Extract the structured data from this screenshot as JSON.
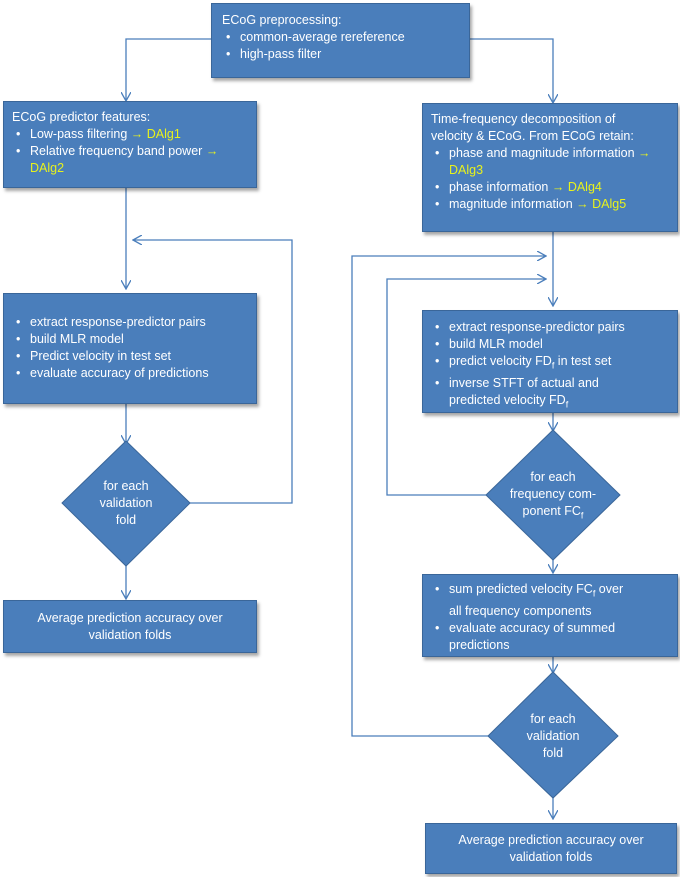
{
  "top_box": {
    "title": "ECoG preprocessing:",
    "items": [
      "common-average rereference",
      "high-pass filter"
    ]
  },
  "left_features": {
    "title": "ECoG predictor features:",
    "items": [
      {
        "text": "Low-pass filtering ",
        "tag": "→ DAlg1"
      },
      {
        "text": "Relative frequency band power ",
        "tag": "→ DAlg2"
      }
    ]
  },
  "right_features": {
    "title_line1": "Time-frequency  decomposition of",
    "title_line2": "velocity & ECoG. From ECoG retain:",
    "items": [
      {
        "text": "phase and magnitude information ",
        "tag": "→ DAlg3"
      },
      {
        "text": "phase information ",
        "tag": "→ DAlg4"
      },
      {
        "text": "magnitude information ",
        "tag": "→ DAlg5"
      }
    ]
  },
  "left_process": {
    "items": [
      "extract response-predictor pairs",
      "build MLR model",
      "Predict  velocity in test set",
      "evaluate accuracy of predictions"
    ]
  },
  "right_process": {
    "item1": "extract response-predictor pairs",
    "item2": "build MLR model",
    "item3_pre": "predict velocity FD",
    "item3_sub": "f",
    "item3_post": " in test set",
    "item4_line1": "inverse STFT of actual and",
    "item4_line2": "predicted velocity FD",
    "item4_sub": "f"
  },
  "left_loop_diamond": {
    "line1": "for each",
    "line2": "validation",
    "line3": "fold"
  },
  "right_freq_diamond": {
    "line1": "for each",
    "line2": "frequency com-",
    "line3_pre": "ponent FC",
    "line3_sub": "f"
  },
  "right_fold_diamond": {
    "line1": "for each",
    "line2": "validation",
    "line3": "fold"
  },
  "right_sum": {
    "item1_pre": "sum predicted velocity FC",
    "item1_sub": "f",
    "item1_post": " over",
    "item1_line2": "all  frequency components",
    "item2_line1": "evaluate accuracy of summed",
    "item2_line2": "predictions"
  },
  "left_average": {
    "line1": "Average prediction accuracy over",
    "line2": "validation folds"
  },
  "right_average": {
    "line1": "Average prediction accuracy over",
    "line2": "validation folds"
  },
  "colors": {
    "box_fill": "#4a7ebb",
    "box_border": "#3a6699",
    "highlight": "#e8f21c",
    "connector": "#4a7ebb"
  }
}
